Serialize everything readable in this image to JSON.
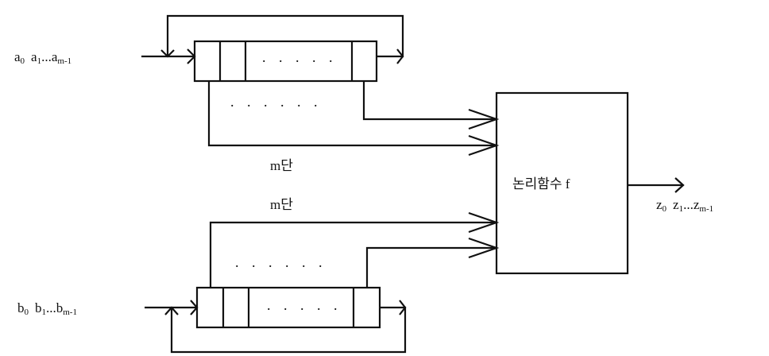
{
  "input_a": {
    "base": "a",
    "terms": [
      "0",
      "1",
      "m-1"
    ],
    "sep": "..."
  },
  "input_b": {
    "base": "b",
    "terms": [
      "0",
      "1",
      "m-1"
    ],
    "sep": "..."
  },
  "output_z": {
    "base": "z",
    "terms": [
      "0",
      "1",
      "m-1"
    ],
    "sep": "..."
  },
  "stage_label_top": "m단",
  "stage_label_bottom": "m단",
  "function_label": "논리함수 f",
  "register_dots": ". . . . .",
  "tap_dots": ". . . . . ."
}
